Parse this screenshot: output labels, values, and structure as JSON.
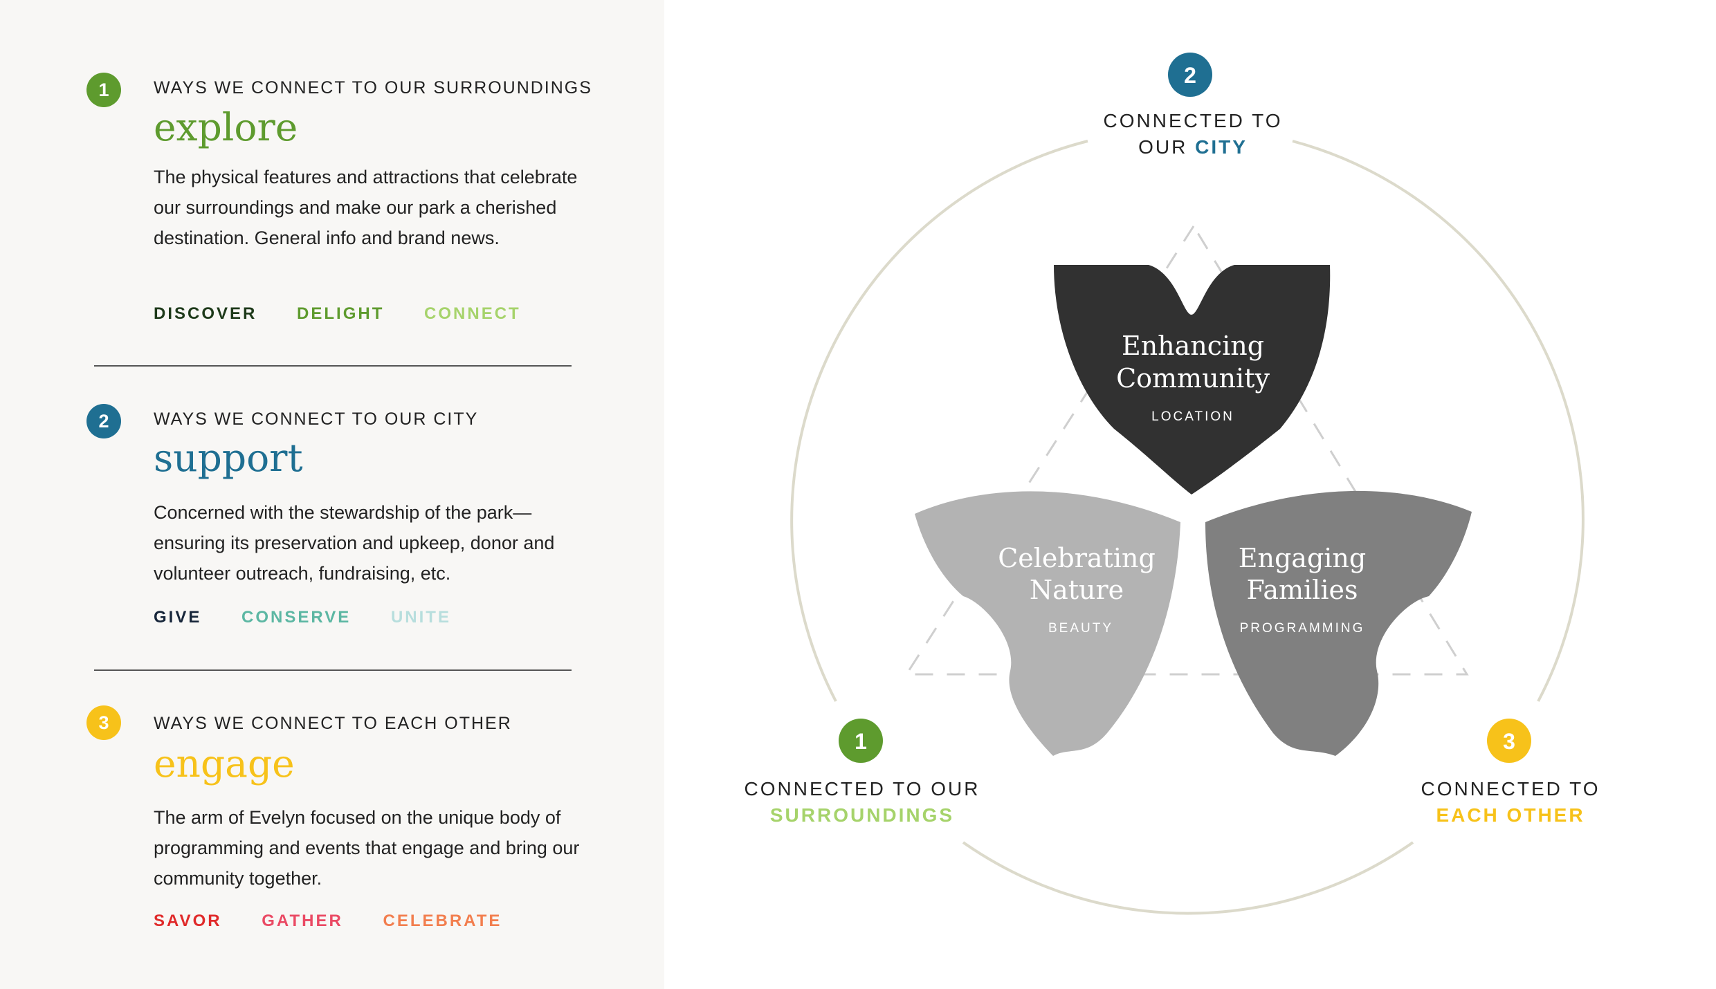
{
  "colors": {
    "green": "#5e9b2e",
    "blue": "#1f6f92",
    "yellow": "#f7c21a",
    "light_green": "#a6d36b",
    "panel_bg": "#f8f7f5"
  },
  "sections": [
    {
      "number": "1",
      "label": "WAYS WE CONNECT TO OUR SURROUNDINGS",
      "title": "explore",
      "description": "The physical features and attractions that celebrate our surroundings and make our park a cherished destination. General info and brand news.",
      "tags": [
        "DISCOVER",
        "DELIGHT",
        "CONNECT"
      ]
    },
    {
      "number": "2",
      "label": "WAYS WE CONNECT TO OUR CITY",
      "title": "support",
      "description": "Concerned with the stewardship of the park—ensuring its preservation and upkeep, donor and volunteer outreach, fundraising, etc.",
      "tags": [
        "GIVE",
        "CONSERVE",
        "UNITE"
      ]
    },
    {
      "number": "3",
      "label": "WAYS WE CONNECT TO EACH OTHER",
      "title": "engage",
      "description": "The arm of Evelyn focused on the unique body of programming and events that engage and bring our community together.",
      "tags": [
        "SAVOR",
        "GATHER",
        "CELEBRATE"
      ]
    }
  ],
  "diagram": {
    "nodes": [
      {
        "number": "2",
        "line1": "CONNECTED TO",
        "line2_prefix": "OUR ",
        "line2_highlight": "CITY"
      },
      {
        "number": "1",
        "line1": "CONNECTED TO OUR",
        "line2_prefix": "",
        "line2_highlight": "SURROUNDINGS"
      },
      {
        "number": "3",
        "line1": "CONNECTED TO",
        "line2_prefix": "",
        "line2_highlight": "EACH OTHER"
      }
    ],
    "petals": [
      {
        "title_lines": [
          "Enhancing",
          "Community"
        ],
        "subtitle": "LOCATION"
      },
      {
        "title_lines": [
          "Celebrating",
          "Nature"
        ],
        "subtitle": "BEAUTY"
      },
      {
        "title_lines": [
          "Engaging",
          "Families"
        ],
        "subtitle": "PROGRAMMING"
      }
    ]
  }
}
